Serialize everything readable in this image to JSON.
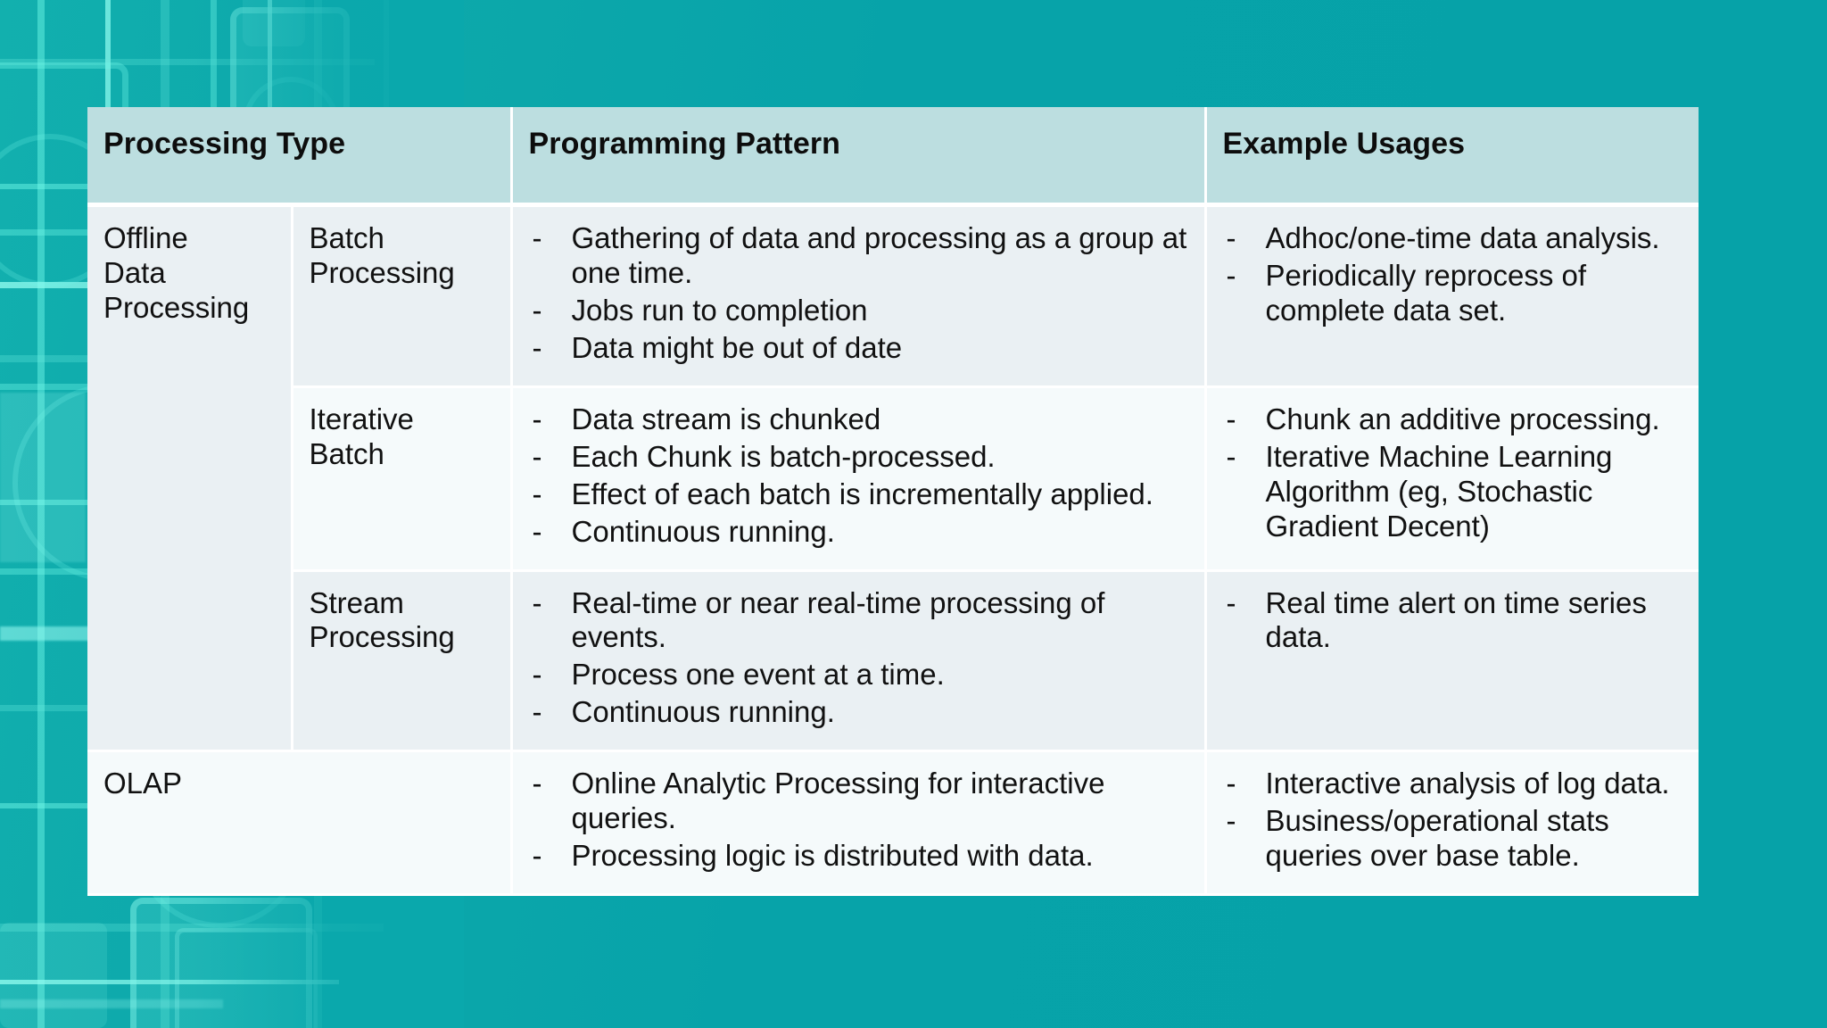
{
  "slide": {
    "background_color": "#0aa8ac",
    "accent_color": "#12b0ae",
    "decoration": "circuit-board-pattern"
  },
  "table": {
    "header_bg": "#bcdee0",
    "row_bg_alt": "#eaf0f3",
    "row_bg_main": "#f5fafb",
    "headers": [
      "Processing Type",
      "Programming Pattern",
      "Example Usages"
    ],
    "rows": [
      {
        "type": "Offline\nData\nProcessing",
        "subtype": "Batch\nProcessing",
        "pattern": [
          "Gathering of data and processing as a group at one time.",
          "Jobs run to completion",
          "Data might be out of date"
        ],
        "usages": [
          "Adhoc/one-time data analysis.",
          "Periodically reprocess of complete data set."
        ]
      },
      {
        "type": "",
        "subtype": "Iterative\nBatch",
        "pattern": [
          "Data stream is chunked",
          "Each Chunk is batch-processed.",
          "Effect of each batch is incrementally applied.",
          "Continuous running."
        ],
        "usages": [
          "Chunk an additive processing.",
          "Iterative Machine Learning Algorithm (eg, Stochastic Gradient Decent)"
        ]
      },
      {
        "type": "",
        "subtype": "Stream\nProcessing",
        "pattern": [
          "Real-time or near real-time processing of events.",
          "Process one event at a time.",
          "Continuous running."
        ],
        "usages": [
          "Real time alert on time series data."
        ]
      },
      {
        "type": "OLAP",
        "subtype": "",
        "pattern": [
          "Online Analytic Processing for interactive queries.",
          "Processing logic is distributed with data."
        ],
        "usages": [
          "Interactive analysis of log data.",
          "Business/operational stats queries over base table."
        ]
      }
    ]
  }
}
